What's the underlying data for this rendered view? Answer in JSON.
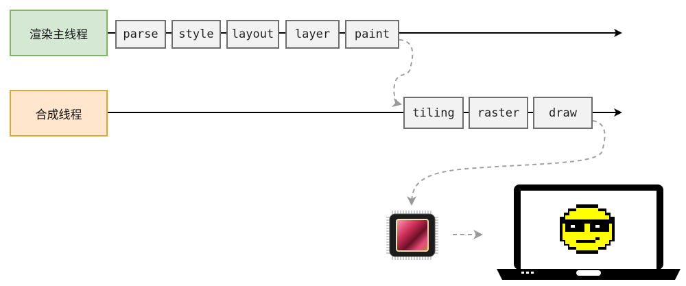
{
  "main_thread": {
    "label": "渲染主线程",
    "stages": [
      "parse",
      "style",
      "layout",
      "layer",
      "paint"
    ],
    "fill_color": "#d5e8d4",
    "border_color": "#82b366"
  },
  "compositor_thread": {
    "label": "合成线程",
    "stages": [
      "tiling",
      "raster",
      "draw"
    ],
    "fill_color": "#ffe6cc",
    "border_color": "#d6a73a"
  },
  "icons": {
    "gpu": "gpu-chip-icon",
    "display": "laptop-icon",
    "screen_content": "cool-smiley-icon"
  }
}
